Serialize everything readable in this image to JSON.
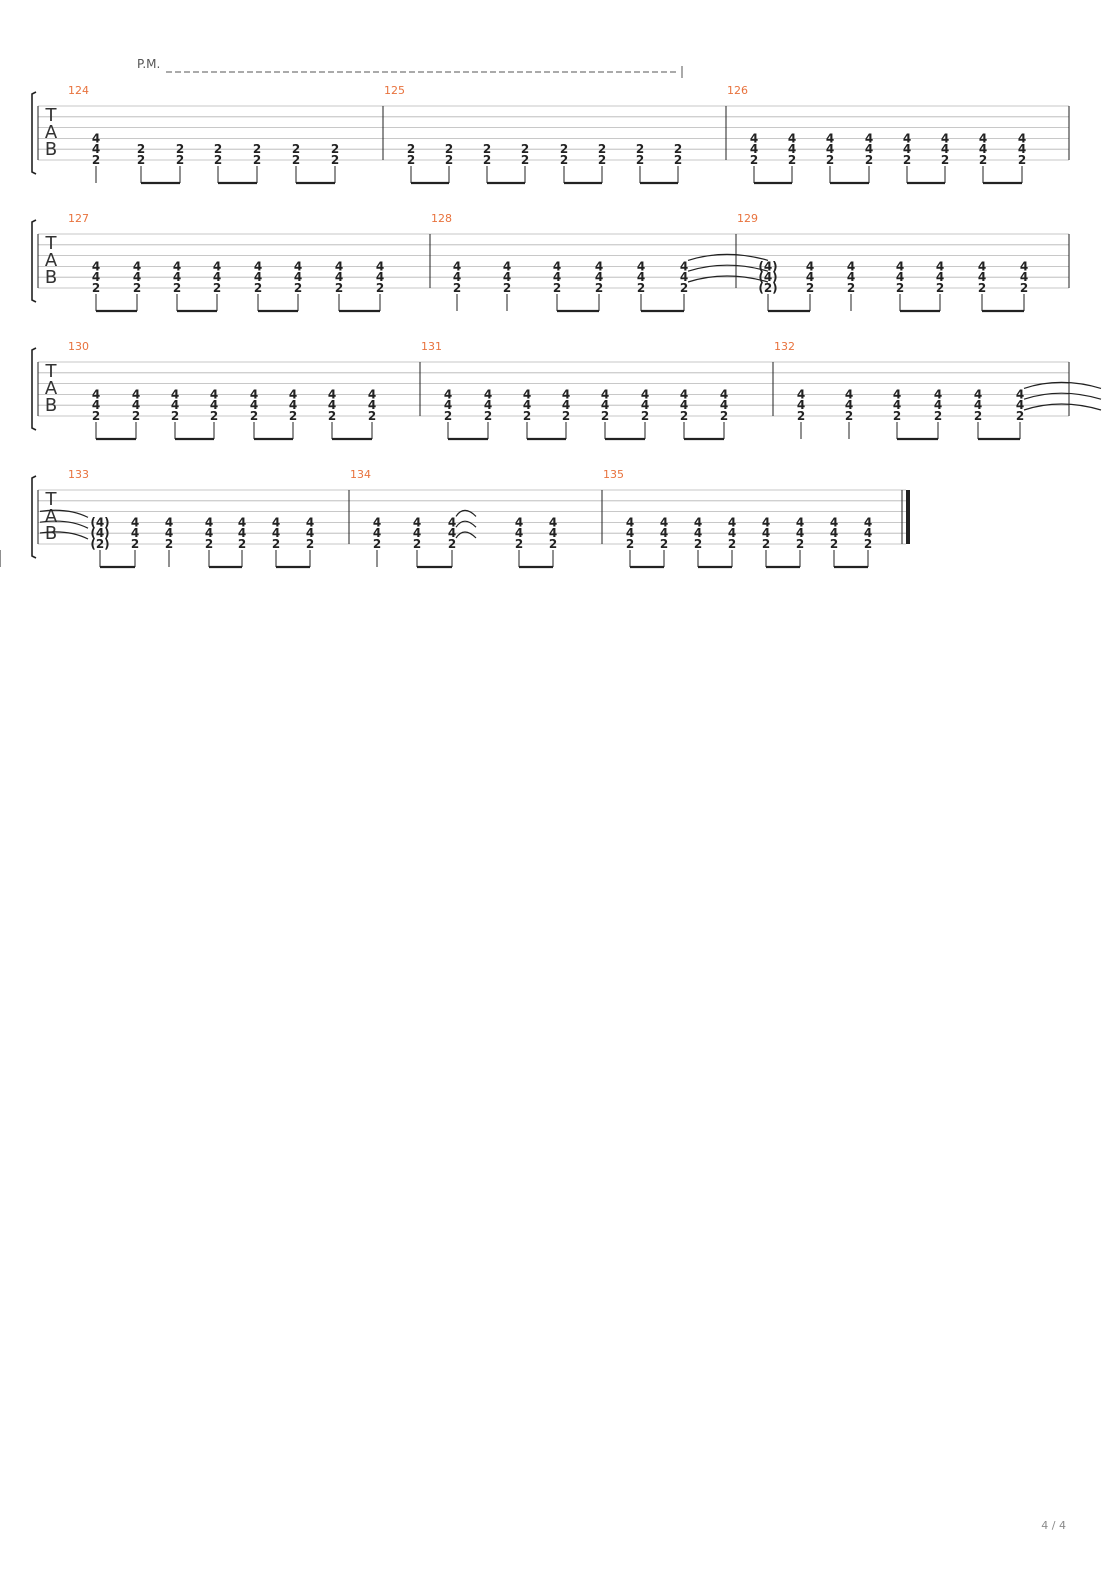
{
  "palm_mute_label": "P.M.",
  "tab_clef": [
    "T",
    "A",
    "B"
  ],
  "page_number": "4 / 4",
  "colors": {
    "measure_number": "#e8723d",
    "ink": "#222222",
    "staff_line": "#b5b5b5"
  },
  "systems": [
    {
      "measures": [
        {
          "number": "124",
          "beats": [
            {
              "frets": [
                null,
                null,
                null,
                "4",
                "4",
                "2"
              ]
            },
            {
              "frets": [
                null,
                null,
                null,
                null,
                "2",
                "2"
              ]
            },
            {
              "frets": [
                null,
                null,
                null,
                null,
                "2",
                "2"
              ]
            },
            {
              "frets": [
                null,
                null,
                null,
                null,
                "2",
                "2"
              ]
            },
            {
              "frets": [
                null,
                null,
                null,
                null,
                "2",
                "2"
              ]
            },
            {
              "frets": [
                null,
                null,
                null,
                null,
                "2",
                "2"
              ]
            },
            {
              "frets": [
                null,
                null,
                null,
                null,
                "2",
                "2"
              ]
            }
          ],
          "stems": [
            "single",
            "pair",
            "pair",
            "pair"
          ]
        },
        {
          "number": "125",
          "beats": [
            {
              "frets": [
                null,
                null,
                null,
                null,
                "2",
                "2"
              ]
            },
            {
              "frets": [
                null,
                null,
                null,
                null,
                "2",
                "2"
              ]
            },
            {
              "frets": [
                null,
                null,
                null,
                null,
                "2",
                "2"
              ]
            },
            {
              "frets": [
                null,
                null,
                null,
                null,
                "2",
                "2"
              ]
            },
            {
              "frets": [
                null,
                null,
                null,
                null,
                "2",
                "2"
              ]
            },
            {
              "frets": [
                null,
                null,
                null,
                null,
                "2",
                "2"
              ]
            },
            {
              "frets": [
                null,
                null,
                null,
                null,
                "2",
                "2"
              ]
            },
            {
              "frets": [
                null,
                null,
                null,
                null,
                "2",
                "2"
              ]
            }
          ],
          "stems": [
            "pair",
            "pair",
            "pair",
            "pair"
          ]
        },
        {
          "number": "126",
          "beats": [
            {
              "frets": [
                null,
                null,
                null,
                "4",
                "4",
                "2"
              ]
            },
            {
              "frets": [
                null,
                null,
                null,
                "4",
                "4",
                "2"
              ]
            },
            {
              "frets": [
                null,
                null,
                null,
                "4",
                "4",
                "2"
              ]
            },
            {
              "frets": [
                null,
                null,
                null,
                "4",
                "4",
                "2"
              ]
            },
            {
              "frets": [
                null,
                null,
                null,
                "4",
                "4",
                "2"
              ]
            },
            {
              "frets": [
                null,
                null,
                null,
                "4",
                "4",
                "2"
              ]
            },
            {
              "frets": [
                null,
                null,
                null,
                "4",
                "4",
                "2"
              ]
            },
            {
              "frets": [
                null,
                null,
                null,
                "4",
                "4",
                "2"
              ]
            }
          ],
          "stems": [
            "pair",
            "pair",
            "pair",
            "pair"
          ]
        }
      ]
    },
    {
      "measures": [
        {
          "number": "127",
          "beats": [
            {
              "frets": [
                null,
                null,
                null,
                "4",
                "4",
                "2"
              ]
            },
            {
              "frets": [
                null,
                null,
                null,
                "4",
                "4",
                "2"
              ]
            },
            {
              "frets": [
                null,
                null,
                null,
                "4",
                "4",
                "2"
              ]
            },
            {
              "frets": [
                null,
                null,
                null,
                "4",
                "4",
                "2"
              ]
            },
            {
              "frets": [
                null,
                null,
                null,
                "4",
                "4",
                "2"
              ]
            },
            {
              "frets": [
                null,
                null,
                null,
                "4",
                "4",
                "2"
              ]
            },
            {
              "frets": [
                null,
                null,
                null,
                "4",
                "4",
                "2"
              ]
            },
            {
              "frets": [
                null,
                null,
                null,
                "4",
                "4",
                "2"
              ]
            }
          ],
          "stems": [
            "pair",
            "pair",
            "pair",
            "pair"
          ]
        },
        {
          "number": "128",
          "beats": [
            {
              "frets": [
                null,
                null,
                null,
                "4",
                "4",
                "2"
              ]
            },
            {
              "frets": [
                null,
                null,
                null,
                "4",
                "4",
                "2"
              ]
            },
            {
              "frets": [
                null,
                null,
                null,
                "4",
                "4",
                "2"
              ]
            },
            {
              "frets": [
                null,
                null,
                null,
                "4",
                "4",
                "2"
              ]
            },
            {
              "frets": [
                null,
                null,
                null,
                "4",
                "4",
                "2"
              ]
            },
            {
              "frets": [
                null,
                null,
                null,
                "4",
                "4",
                "2"
              ],
              "tie_out": true
            }
          ],
          "stems": [
            "single",
            "single",
            "pair",
            "pair"
          ]
        },
        {
          "number": "129",
          "beats": [
            {
              "frets": [
                null,
                null,
                null,
                "(4)",
                "(4)",
                "(2)"
              ]
            },
            {
              "frets": [
                null,
                null,
                null,
                "4",
                "4",
                "2"
              ]
            },
            {
              "frets": [
                null,
                null,
                null,
                "4",
                "4",
                "2"
              ]
            },
            {
              "frets": [
                null,
                null,
                null,
                "4",
                "4",
                "2"
              ]
            },
            {
              "frets": [
                null,
                null,
                null,
                "4",
                "4",
                "2"
              ]
            },
            {
              "frets": [
                null,
                null,
                null,
                "4",
                "4",
                "2"
              ]
            },
            {
              "frets": [
                null,
                null,
                null,
                "4",
                "4",
                "2"
              ]
            }
          ],
          "stems": [
            "pair",
            "single",
            "pair",
            "pair"
          ]
        }
      ]
    },
    {
      "measures": [
        {
          "number": "130",
          "beats": [
            {
              "frets": [
                null,
                null,
                null,
                "4",
                "4",
                "2"
              ]
            },
            {
              "frets": [
                null,
                null,
                null,
                "4",
                "4",
                "2"
              ]
            },
            {
              "frets": [
                null,
                null,
                null,
                "4",
                "4",
                "2"
              ]
            },
            {
              "frets": [
                null,
                null,
                null,
                "4",
                "4",
                "2"
              ]
            },
            {
              "frets": [
                null,
                null,
                null,
                "4",
                "4",
                "2"
              ]
            },
            {
              "frets": [
                null,
                null,
                null,
                "4",
                "4",
                "2"
              ]
            },
            {
              "frets": [
                null,
                null,
                null,
                "4",
                "4",
                "2"
              ]
            },
            {
              "frets": [
                null,
                null,
                null,
                "4",
                "4",
                "2"
              ]
            }
          ],
          "stems": [
            "pair",
            "pair",
            "pair",
            "pair"
          ]
        },
        {
          "number": "131",
          "beats": [
            {
              "frets": [
                null,
                null,
                null,
                "4",
                "4",
                "2"
              ]
            },
            {
              "frets": [
                null,
                null,
                null,
                "4",
                "4",
                "2"
              ]
            },
            {
              "frets": [
                null,
                null,
                null,
                "4",
                "4",
                "2"
              ]
            },
            {
              "frets": [
                null,
                null,
                null,
                "4",
                "4",
                "2"
              ]
            },
            {
              "frets": [
                null,
                null,
                null,
                "4",
                "4",
                "2"
              ]
            },
            {
              "frets": [
                null,
                null,
                null,
                "4",
                "4",
                "2"
              ]
            },
            {
              "frets": [
                null,
                null,
                null,
                "4",
                "4",
                "2"
              ]
            },
            {
              "frets": [
                null,
                null,
                null,
                "4",
                "4",
                "2"
              ]
            }
          ],
          "stems": [
            "pair",
            "pair",
            "pair",
            "pair"
          ]
        },
        {
          "number": "132",
          "beats": [
            {
              "frets": [
                null,
                null,
                null,
                "4",
                "4",
                "2"
              ]
            },
            {
              "frets": [
                null,
                null,
                null,
                "4",
                "4",
                "2"
              ]
            },
            {
              "frets": [
                null,
                null,
                null,
                "4",
                "4",
                "2"
              ]
            },
            {
              "frets": [
                null,
                null,
                null,
                "4",
                "4",
                "2"
              ]
            },
            {
              "frets": [
                null,
                null,
                null,
                "4",
                "4",
                "2"
              ]
            },
            {
              "frets": [
                null,
                null,
                null,
                "4",
                "4",
                "2"
              ],
              "tie_out": true
            }
          ],
          "stems": [
            "single",
            "single",
            "pair",
            "pair"
          ]
        }
      ]
    },
    {
      "measures": [
        {
          "number": "133",
          "tie_in": true,
          "beats": [
            {
              "frets": [
                null,
                null,
                null,
                "(4)",
                "(4)",
                "(2)"
              ]
            },
            {
              "frets": [
                null,
                null,
                null,
                "4",
                "4",
                "2"
              ]
            },
            {
              "frets": [
                null,
                null,
                null,
                "4",
                "4",
                "2"
              ]
            },
            {
              "frets": [
                null,
                null,
                null,
                "4",
                "4",
                "2"
              ]
            },
            {
              "frets": [
                null,
                null,
                null,
                "4",
                "4",
                "2"
              ]
            },
            {
              "frets": [
                null,
                null,
                null,
                "4",
                "4",
                "2"
              ]
            },
            {
              "frets": [
                null,
                null,
                null,
                "4",
                "4",
                "2"
              ]
            }
          ],
          "stems": [
            "pair",
            "single",
            "pair",
            "pair"
          ]
        },
        {
          "number": "134",
          "beats": [
            {
              "frets": [
                null,
                null,
                null,
                "4",
                "4",
                "2"
              ]
            },
            {
              "frets": [
                null,
                null,
                null,
                "4",
                "4",
                "2"
              ]
            },
            {
              "frets": [
                null,
                null,
                null,
                "4",
                "4",
                "2"
              ],
              "tie_out": true
            },
            {
              "frets": [
                null,
                null,
                null,
                "4",
                "4",
                "2"
              ]
            },
            {
              "frets": [
                null,
                null,
                null,
                "4",
                "4",
                "2"
              ]
            }
          ],
          "stems": [
            "single",
            "pair",
            "pair",
            "single"
          ]
        },
        {
          "number": "135",
          "beats": [
            {
              "frets": [
                null,
                null,
                null,
                "4",
                "4",
                "2"
              ]
            },
            {
              "frets": [
                null,
                null,
                null,
                "4",
                "4",
                "2"
              ]
            },
            {
              "frets": [
                null,
                null,
                null,
                "4",
                "4",
                "2"
              ]
            },
            {
              "frets": [
                null,
                null,
                null,
                "4",
                "4",
                "2"
              ]
            },
            {
              "frets": [
                null,
                null,
                null,
                "4",
                "4",
                "2"
              ]
            },
            {
              "frets": [
                null,
                null,
                null,
                "4",
                "4",
                "2"
              ]
            },
            {
              "frets": [
                null,
                null,
                null,
                "4",
                "4",
                "2"
              ]
            },
            {
              "frets": [
                null,
                null,
                null,
                "4",
                "4",
                "2"
              ]
            }
          ],
          "stems": [
            "pair",
            "pair",
            "pair",
            "pair"
          ]
        }
      ]
    }
  ]
}
